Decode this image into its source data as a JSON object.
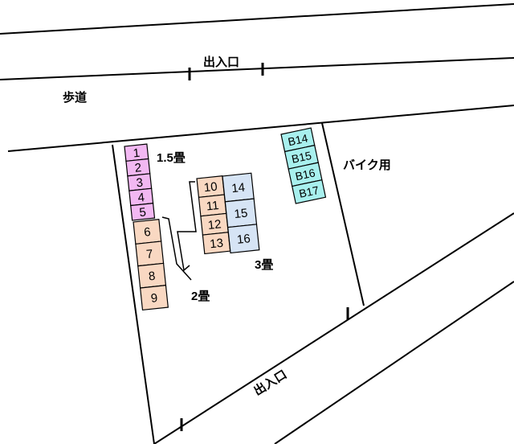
{
  "labels": {
    "entrance_top": "出入口",
    "sidewalk": "歩道",
    "size_15": "1.5畳",
    "size_2": "2畳",
    "size_3": "3畳",
    "bike": "バイク用",
    "entrance_bottom": "出入口"
  },
  "units": {
    "pink": [
      "1",
      "2",
      "3",
      "4",
      "5"
    ],
    "orange_left": [
      "6",
      "7",
      "8",
      "9"
    ],
    "orange_mid": [
      "10",
      "11",
      "12",
      "13"
    ],
    "blue": [
      "14",
      "15",
      "16"
    ],
    "bike": [
      "B14",
      "B15",
      "B16",
      "B17"
    ]
  },
  "colors": {
    "pink": "#f2b8f2",
    "orange": "#f9d8c2",
    "blue": "#d6e4f5",
    "bike": "#a8f0ee",
    "line": "#000000"
  }
}
